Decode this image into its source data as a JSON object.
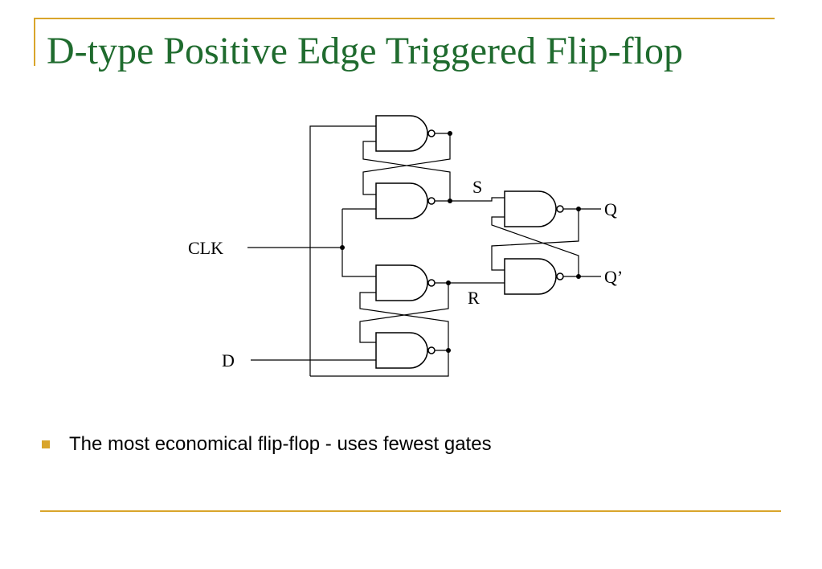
{
  "slide": {
    "title": "D-type Positive Edge Triggered Flip-flop",
    "accent_color": "#d9a52b",
    "title_color": "#1f6b2e"
  },
  "circuit": {
    "labels": {
      "clk": "CLK",
      "d": "D",
      "s": "S",
      "r": "R",
      "q": "Q",
      "q_bar": "Q’"
    },
    "gate_count": 6,
    "gate_type": "NAND"
  },
  "bullets": [
    {
      "text": "The most economical flip-flop  - uses fewest gates",
      "icon": "square-bullet-icon"
    }
  ]
}
